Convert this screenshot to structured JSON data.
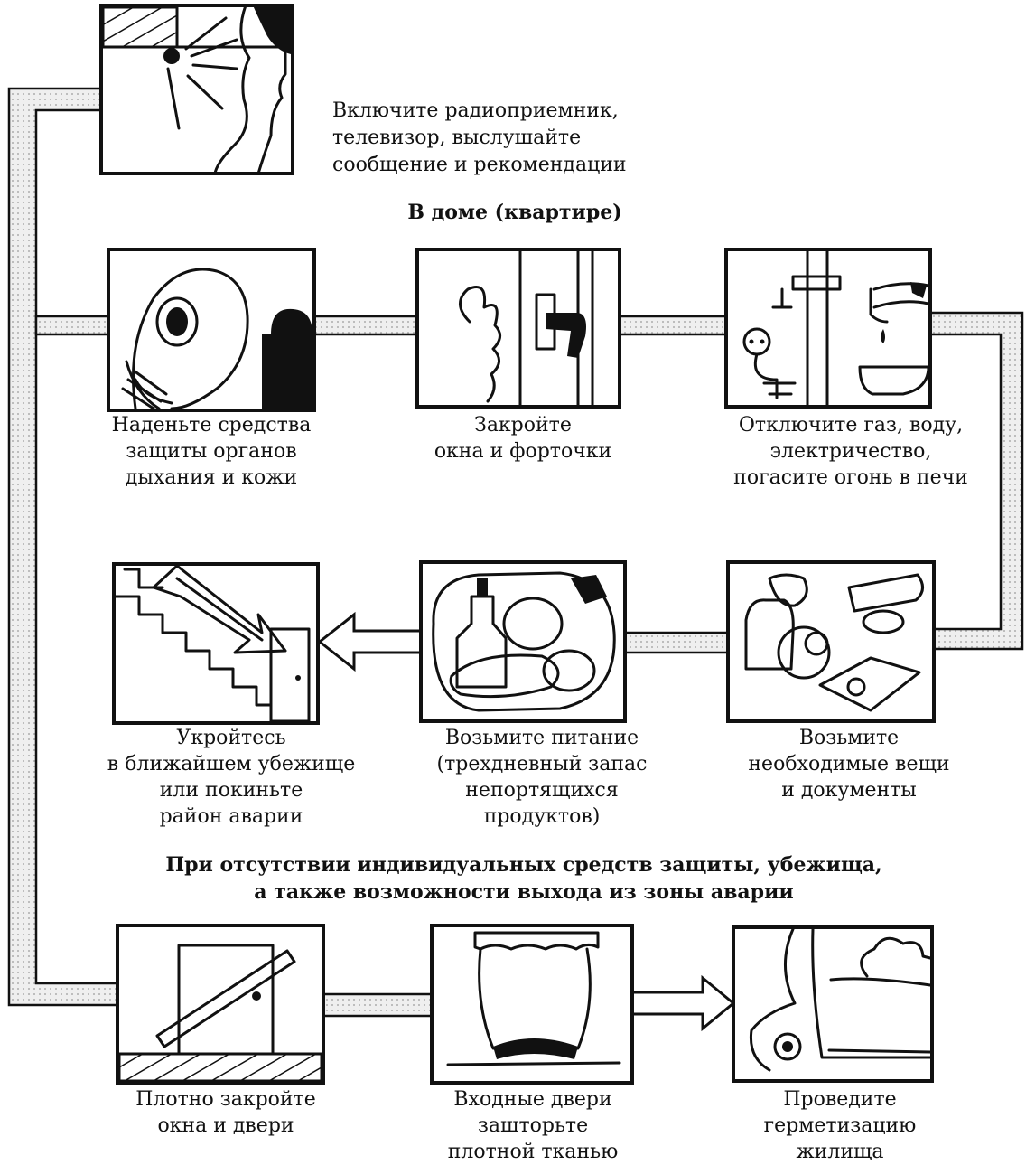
{
  "intro": {
    "text": "Включите радиоприемник,\nтелевизор, выслушайте\nсообщение и рекомендации",
    "icon": "radio-tv-listener-icon"
  },
  "section_home": {
    "title": "В доме (квартире)"
  },
  "home_steps": [
    {
      "icon": "gas-mask-icon",
      "caption": "Наденьте средства\nзащиты органов\nдыхания и кожи"
    },
    {
      "icon": "window-latch-icon",
      "caption": "Закройте\nокна и форточки"
    },
    {
      "icon": "utilities-shutoff-icon",
      "caption": "Отключите газ, воду,\nэлектричество,\nпогасите огонь в печи"
    },
    {
      "icon": "belongings-documents-icon",
      "caption": "Возьмите\nнеобходимые вещи\nи документы"
    },
    {
      "icon": "food-supply-icon",
      "caption": "Возьмите питание\n(трехдневный запас\nнепортящихся\nпродуктов)"
    },
    {
      "icon": "shelter-stairs-icon",
      "caption": "Укройтесь\nв ближайшем убежище\nили покиньте\nрайон аварии"
    }
  ],
  "section_no_protection": {
    "title": "При отсутствии индивидуальных средств защиты, убежища,\nа также возможности выхода из зоны аварии"
  },
  "fallback_steps": [
    {
      "icon": "barred-door-icon",
      "caption": "Плотно закройте\nокна и двери"
    },
    {
      "icon": "cloth-covered-door-icon",
      "caption": "Входные двери\nзашторьте\nплотной тканью"
    },
    {
      "icon": "sealed-window-icon",
      "caption": "Проведите\nгерметизацию\nжилища"
    }
  ],
  "colors": {
    "ink": "#111111",
    "connector_fill": "#e6e6e6",
    "background": "#ffffff"
  }
}
